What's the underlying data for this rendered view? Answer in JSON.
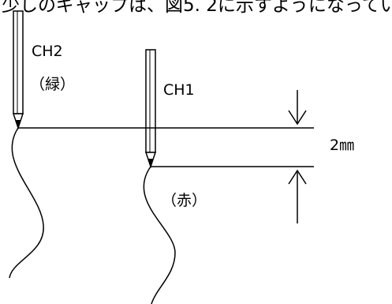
{
  "diagram": {
    "top_text": "少しのギャップは、図5. 2に示すようになってい",
    "pens": [
      {
        "name": "CH2",
        "color_label": "（緑）"
      },
      {
        "name": "CH1",
        "color_label": "（赤）"
      }
    ],
    "gap_label": "2㎜"
  }
}
